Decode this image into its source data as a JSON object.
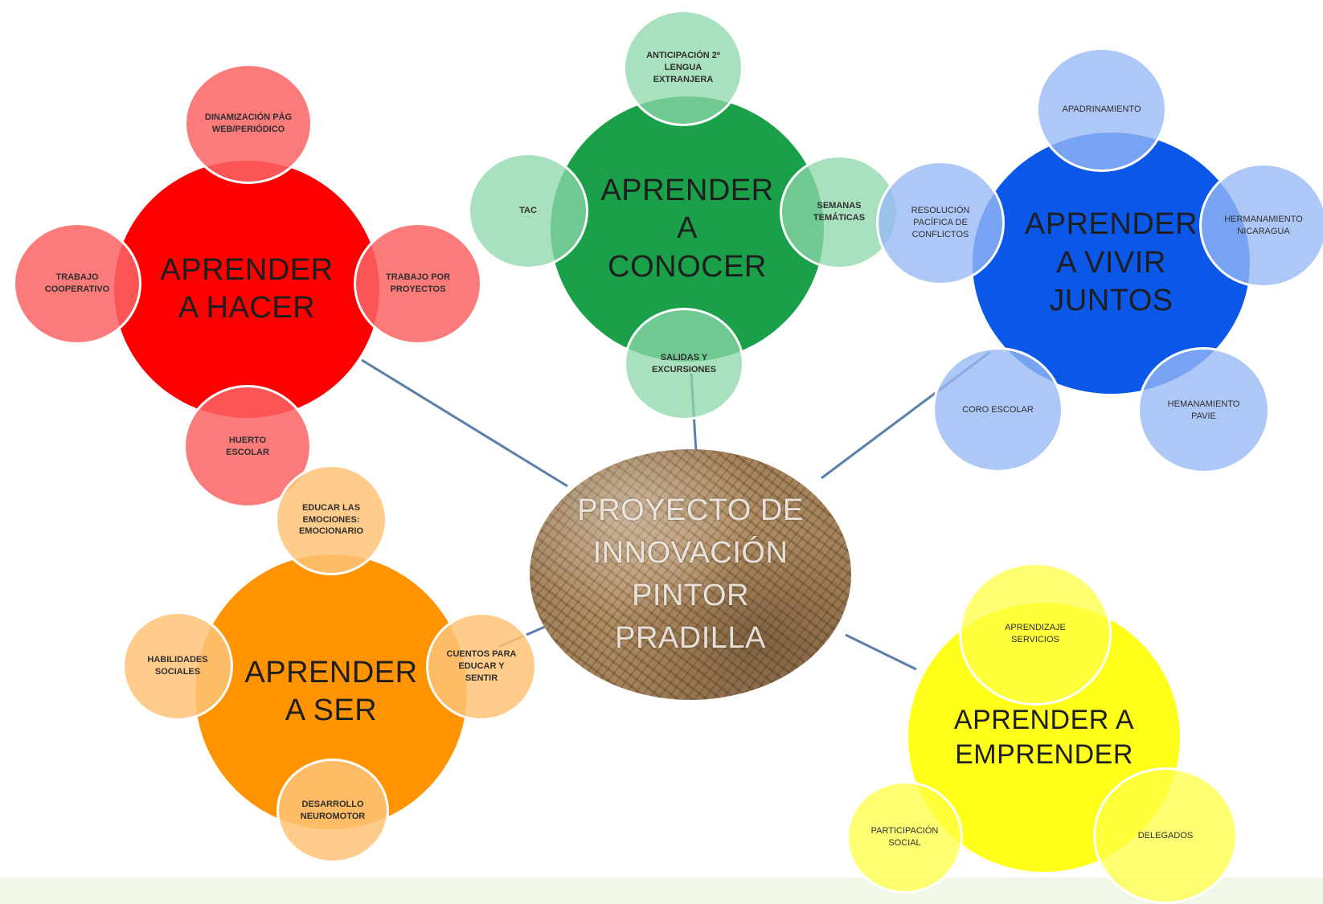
{
  "center": {
    "label": "PROYECTO DE INNOVACIÓN PINTOR PRADILLA"
  },
  "colors": {
    "red": "#fe0000",
    "green": "#1ba04a",
    "blue": "#0b57e8",
    "orange": "#ff9400",
    "yellow": "#ffff1a",
    "link": "#5a7fa8"
  },
  "hacer": {
    "main": "APRENDER A HACER",
    "top": "DINAMIZACIÓN PÁG WEB/PERIÓDICO",
    "left": "TRABAJO COOPERATIVO",
    "right": "TRABAJO POR PROYECTOS",
    "bottom": "HUERTO ESCOLAR"
  },
  "conocer": {
    "main": "APRENDER A CONOCER",
    "top": "ANTICIPACIÓN 2ª LENGUA EXTRANJERA",
    "left": "TAC",
    "right": "SEMANAS TEMÁTICAS",
    "bottom": "SALIDAS Y EXCURSIONES"
  },
  "vivir": {
    "main": "APRENDER A VIVIR JUNTOS",
    "top": "APADRINAMIENTO",
    "left": "RESOLUCIÓN PACÍFICA DE CONFLICTOS",
    "right": "HERMANAMIENTO NICARAGUA",
    "bottom_left": "CORO ESCOLAR",
    "bottom_right": "HEMANAMIENTO PAVIE"
  },
  "ser": {
    "main": "APRENDER A SER",
    "top": "EDUCAR LAS EMOCIONES: EMOCIONARIO",
    "left": "HABILIDADES SOCIALES",
    "right": "CUENTOS PARA EDUCAR Y SENTIR",
    "bottom": "DESARROLLO NEUROMOTOR"
  },
  "emprender": {
    "main": "APRENDER A EMPRENDER",
    "top": "APRENDIZAJE SERVICIOS",
    "left": "PARTICIPACIÓN SOCIAL",
    "right": "DELEGADOS"
  }
}
